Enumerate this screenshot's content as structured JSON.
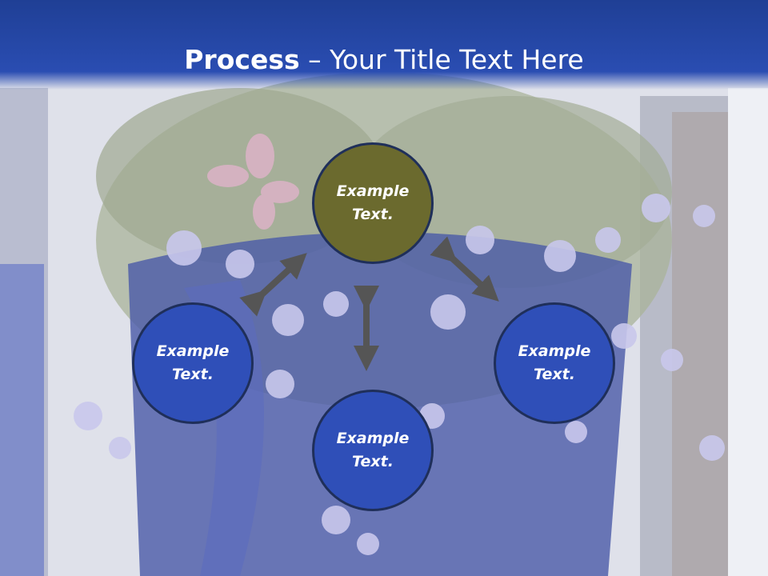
{
  "title": {
    "bold": "Process",
    "rest": " – Your Title Text Here"
  },
  "nodes": {
    "top": "Example\nText.",
    "left": "Example\nText.",
    "right": "Example\nText.",
    "bottom": "Example\nText."
  },
  "colors": {
    "title_bar": "#2a4db2",
    "node_top": "#6b6a2e",
    "node_blue": "#2f4fb8",
    "node_border": "#1f2f5a",
    "arrow": "#555555"
  },
  "icons": [
    "double-arrow-icon"
  ]
}
